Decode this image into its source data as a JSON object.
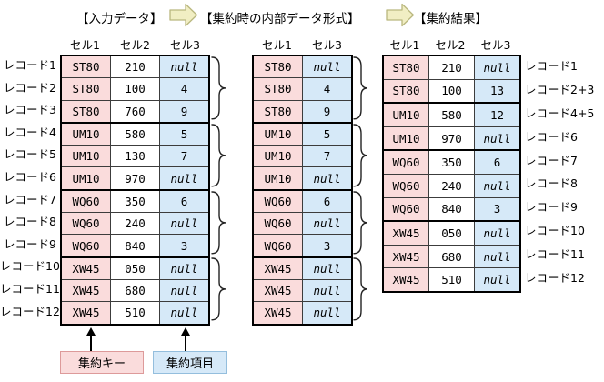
{
  "titles": {
    "input": "【入力データ】",
    "internal": "【集約時の内部データ形式】",
    "result": "【集約結果】"
  },
  "legend": {
    "key_label": "集約キー",
    "item_label": "集約項目"
  },
  "colors": {
    "key_bg": "#FADCDC",
    "item_bg": "#D6E9F8",
    "value_bg": "#FFFFFF",
    "arrow_fill": "#F1EEC3",
    "arrow_border": "#B9B77E",
    "key_border": "#DD9A9A",
    "item_border": "#94BEDD"
  },
  "input_table": {
    "columns": [
      "セル1",
      "セル2",
      "セル3"
    ],
    "row_labels": [
      "レコード1",
      "レコード2",
      "レコード3",
      "レコード4",
      "レコード5",
      "レコード6",
      "レコード7",
      "レコード8",
      "レコード9",
      "レコード10",
      "レコード11",
      "レコード12"
    ],
    "rows": [
      [
        "ST80",
        "210",
        "null"
      ],
      [
        "ST80",
        "100",
        "4"
      ],
      [
        "ST80",
        "760",
        "9"
      ],
      [
        "UM10",
        "580",
        "5"
      ],
      [
        "UM10",
        "130",
        "7"
      ],
      [
        "UM10",
        "970",
        "null"
      ],
      [
        "WQ60",
        "350",
        "6"
      ],
      [
        "WQ60",
        "240",
        "null"
      ],
      [
        "WQ60",
        "840",
        "3"
      ],
      [
        "XW45",
        "050",
        "null"
      ],
      [
        "XW45",
        "680",
        "null"
      ],
      [
        "XW45",
        "510",
        "null"
      ]
    ],
    "groups": [
      3,
      3,
      3,
      3
    ]
  },
  "internal_table": {
    "columns": [
      "セル1",
      "セル3"
    ],
    "rows": [
      [
        "ST80",
        "null"
      ],
      [
        "ST80",
        "4"
      ],
      [
        "ST80",
        "9"
      ],
      [
        "UM10",
        "5"
      ],
      [
        "UM10",
        "7"
      ],
      [
        "UM10",
        "null"
      ],
      [
        "WQ60",
        "6"
      ],
      [
        "WQ60",
        "null"
      ],
      [
        "WQ60",
        "3"
      ],
      [
        "XW45",
        "null"
      ],
      [
        "XW45",
        "null"
      ],
      [
        "XW45",
        "null"
      ]
    ],
    "groups": [
      3,
      3,
      3,
      3
    ]
  },
  "result_table": {
    "columns": [
      "セル1",
      "セル2",
      "セル3"
    ],
    "row_labels": [
      "レコード1",
      "レコード2+3",
      "レコード4+5",
      "レコード6",
      "レコード7",
      "レコード8",
      "レコード9",
      "レコード10",
      "レコード11",
      "レコード12"
    ],
    "rows": [
      [
        "ST80",
        "210",
        "null"
      ],
      [
        "ST80",
        "100",
        "13"
      ],
      [
        "UM10",
        "580",
        "12"
      ],
      [
        "UM10",
        "970",
        "null"
      ],
      [
        "WQ60",
        "350",
        "6"
      ],
      [
        "WQ60",
        "240",
        "null"
      ],
      [
        "WQ60",
        "840",
        "3"
      ],
      [
        "XW45",
        "050",
        "null"
      ],
      [
        "XW45",
        "680",
        "null"
      ],
      [
        "XW45",
        "510",
        "null"
      ]
    ],
    "groups": [
      2,
      2,
      3,
      3
    ]
  }
}
